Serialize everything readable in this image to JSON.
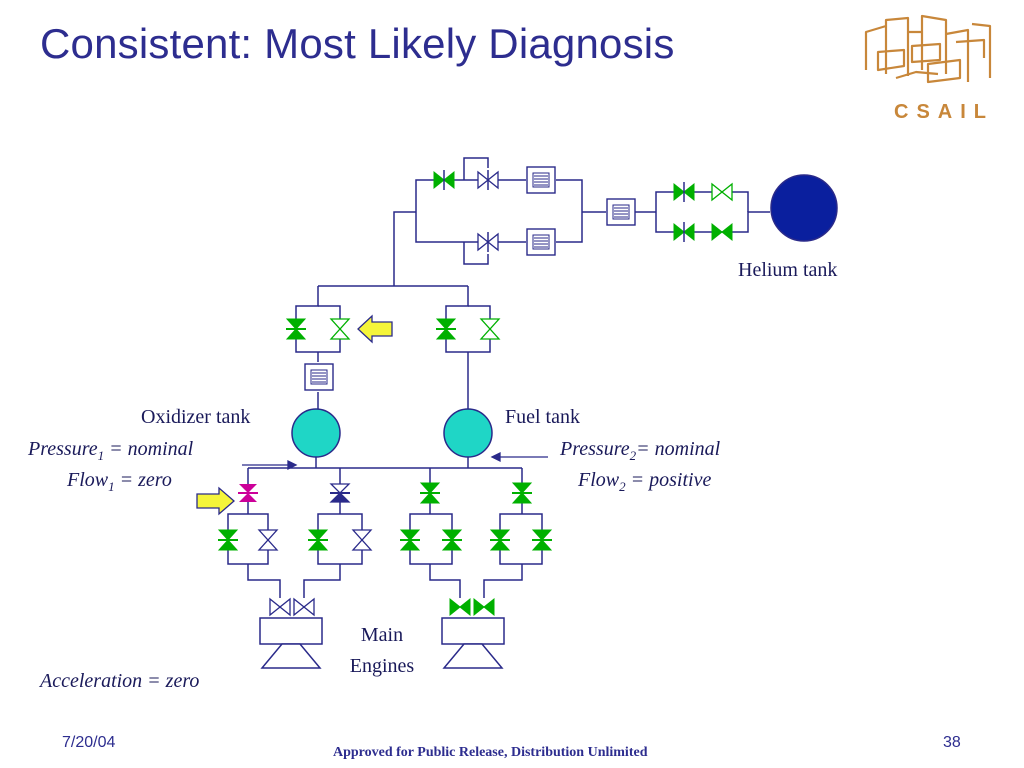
{
  "slide": {
    "title": "Consistent: Most Likely Diagnosis",
    "logo_text": "CSAIL",
    "date": "7/20/04",
    "page_number": "38",
    "release_note": "Approved for Public Release, Distribution Unlimited"
  },
  "labels": {
    "helium_tank": "Helium tank",
    "oxidizer_tank": "Oxidizer tank",
    "fuel_tank": "Fuel tank",
    "pressure1_name": "Pressure",
    "pressure1_sub": "1",
    "pressure1_value": " = nominal",
    "flow1_name": "Flow",
    "flow1_sub": "1",
    "flow1_value": " = zero",
    "pressure2_name": "Pressure",
    "pressure2_sub": "2",
    "pressure2_value": "= nominal",
    "flow2_name": "Flow",
    "flow2_sub": "2",
    "flow2_value": " = positive",
    "engines_line1": "Main",
    "engines_line2": "Engines",
    "acceleration": "Acceleration = zero"
  },
  "colors": {
    "title": "#2d2d8f",
    "line": "#2a2a8a",
    "valve_open": "#00b000",
    "valve_fault": "#cc0099",
    "valve_blue": "#2a2a8a",
    "helium_tank": "#0a1f9e",
    "propellant_tank": "#1fd6c6",
    "arrow": "#f5f53a",
    "logo": "#c8873a"
  }
}
